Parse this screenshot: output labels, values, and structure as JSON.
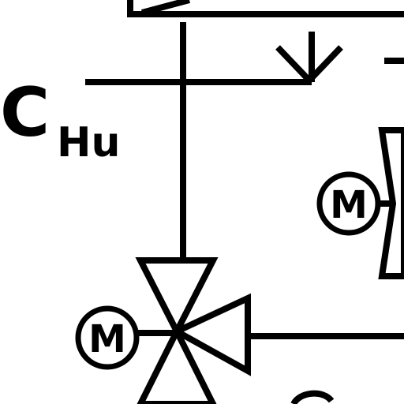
{
  "colors": {
    "line": "#000000",
    "background": "#ffffff"
  },
  "labels": {
    "main": "C",
    "subscript": "Hu",
    "motor": "M"
  },
  "icons": [
    "three-way-valve-icon",
    "two-way-valve-icon",
    "motor-actuator-icon",
    "flow-arrow-icon"
  ]
}
